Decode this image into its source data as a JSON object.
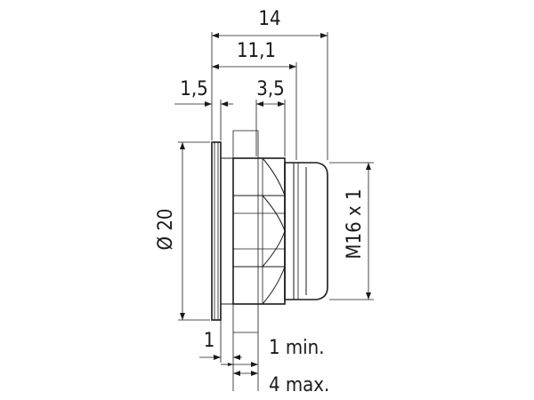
{
  "dimensions": {
    "overall_length": "14",
    "body_length": "11,1",
    "flange_thickness": "1,5",
    "nut_width": "3,5",
    "diameter": "Ø 20",
    "thread": "M16 x 1",
    "flange_gap": "1",
    "panel_min": "1 min.",
    "panel_max": "4 max."
  }
}
